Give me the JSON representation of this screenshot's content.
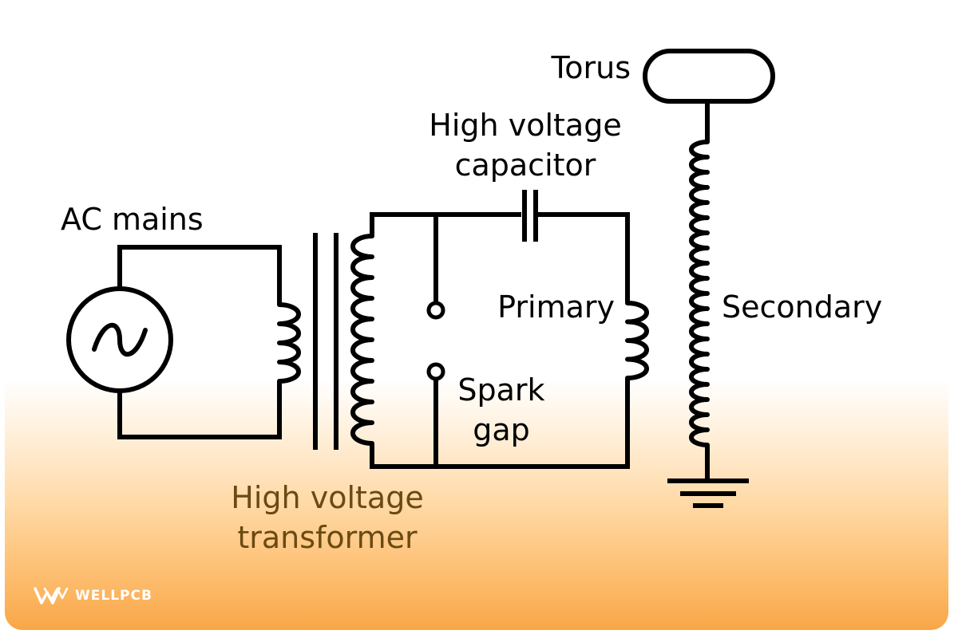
{
  "labels": {
    "ac_mains": "AC mains",
    "transformer_line1": "High voltage",
    "transformer_line2": "transformer",
    "capacitor_line1": "High voltage",
    "capacitor_line2": "capacitor",
    "primary": "Primary",
    "spark_line1": "Spark",
    "spark_line2": "gap",
    "torus": "Torus",
    "secondary": "Secondary"
  },
  "brand": {
    "name": "WELLPCB"
  },
  "colors": {
    "stroke": "#000000",
    "transformer_label": "#6b4a12",
    "gradient_bottom": "#f9a646"
  },
  "icons": [
    "ac-source-icon",
    "ground-icon",
    "wellpcb-logo-icon"
  ]
}
